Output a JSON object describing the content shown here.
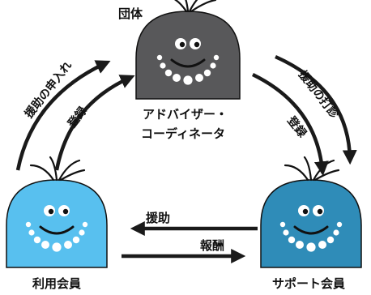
{
  "colors": {
    "organization": "#58585a",
    "user_member": "#58c0ef",
    "support_member": "#2f8cb8",
    "arrow": "#1a1a1a",
    "face": "#ffffff"
  },
  "icons": {
    "organization": "mascot-face-icon",
    "user_member": "mascot-face-icon",
    "support_member": "mascot-face-icon"
  },
  "nodes": {
    "organization": {
      "label": "団体",
      "role_line1": "アドバイザー・",
      "role_line2": "コーディネータ"
    },
    "user_member": {
      "label": "利用会員"
    },
    "support_member": {
      "label": "サポート会員"
    }
  },
  "flows": {
    "user_to_org_outer": "援助の申入れ",
    "user_to_org_inner": "登録",
    "org_to_support_outer": "援助の打診",
    "org_to_support_inner": "登録",
    "support_to_user": "援助",
    "user_to_support": "報酬"
  }
}
